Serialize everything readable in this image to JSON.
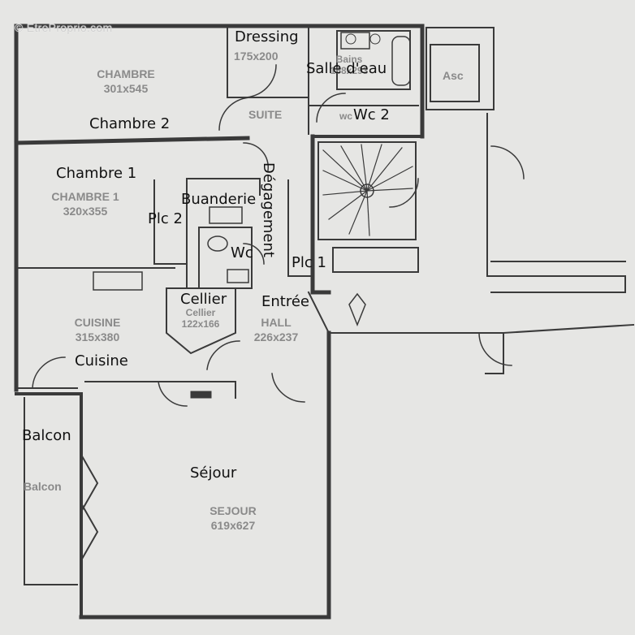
{
  "watermark": "© EtreProprio.com",
  "added_labels": {
    "dressing": "Dressing",
    "salle_deau": "Salle d'eau",
    "wc2": "Wc 2",
    "chambre2": "Chambre 2",
    "chambre1": "Chambre 1",
    "buanderie": "Buanderie",
    "plc2": "Plc 2",
    "degagement": "Dégagement",
    "wc": "Wc",
    "plc1": "Plc 1",
    "cellier": "Cellier",
    "entree": "Entrée",
    "cuisine": "Cuisine",
    "balcon": "Balcon",
    "sejour": "Séjour"
  },
  "plan_labels": {
    "chambre_a": {
      "name": "CHAMBRE",
      "dims": "301x545"
    },
    "dressing": {
      "name": "",
      "dims": "175x200"
    },
    "bains": {
      "name": "Bains",
      "dims": "168x293"
    },
    "asc": {
      "name": "Asc",
      "dims": ""
    },
    "suite": {
      "name": "SUITE",
      "dims": ""
    },
    "wc_small": {
      "name": "wc",
      "dims": ""
    },
    "chambre1": {
      "name": "CHAMBRE 1",
      "dims": "320x355"
    },
    "cuisine": {
      "name": "CUISINE",
      "dims": "315x380"
    },
    "cellier": {
      "name": "Cellier",
      "dims": "122x166"
    },
    "hall": {
      "name": "HALL",
      "dims": "226x237"
    },
    "balcon": {
      "name": "Balcon",
      "dims": ""
    },
    "sejour": {
      "name": "SEJOUR",
      "dims": "619x627"
    }
  }
}
